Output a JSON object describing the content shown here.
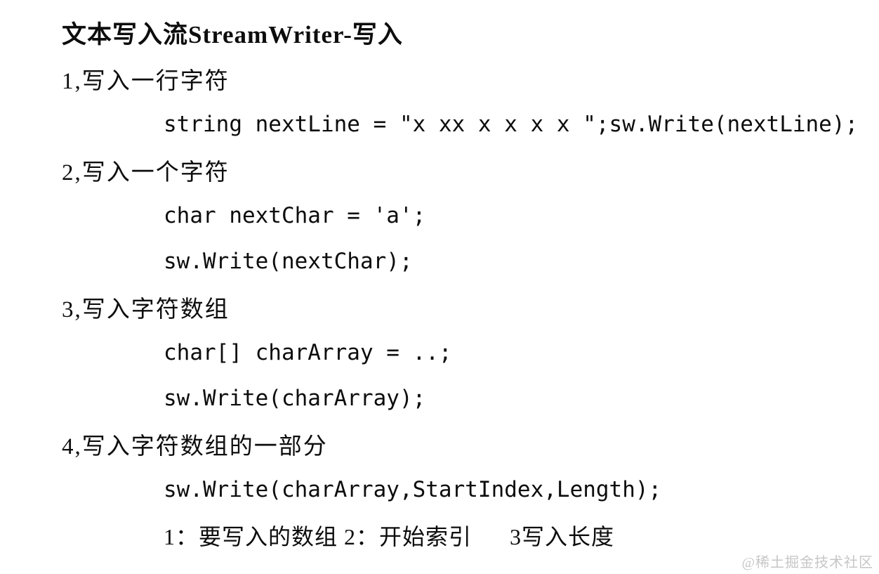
{
  "document": {
    "title": "文本写入流StreamWriter-写入",
    "lines": [
      {
        "type": "title",
        "text": "文本写入流StreamWriter-写入"
      },
      {
        "type": "heading",
        "text": "1,写入一行字符"
      },
      {
        "type": "code",
        "text": "string nextLine = \"x xx x x x x \";sw.Write(nextLine);"
      },
      {
        "type": "heading",
        "text": "2,写入一个字符"
      },
      {
        "type": "code",
        "text": "char nextChar = 'a';"
      },
      {
        "type": "code",
        "text": "sw.Write(nextChar);"
      },
      {
        "type": "heading",
        "text": "3,写入字符数组"
      },
      {
        "type": "code",
        "text": "char[] charArray = ..;"
      },
      {
        "type": "code",
        "text": "sw.Write(charArray);"
      },
      {
        "type": "heading",
        "text": "4,写入字符数组的一部分"
      },
      {
        "type": "code",
        "text": "sw.Write(charArray,StartIndex,Length);"
      },
      {
        "type": "note",
        "text": "1：要写入的数组 2：开始索引      3写入长度"
      }
    ]
  },
  "watermark": {
    "text": "@稀土掘金技术社区",
    "color": "#c6c6c6"
  },
  "colors": {
    "background": "#ffffff",
    "text": "#0d0d0d"
  }
}
